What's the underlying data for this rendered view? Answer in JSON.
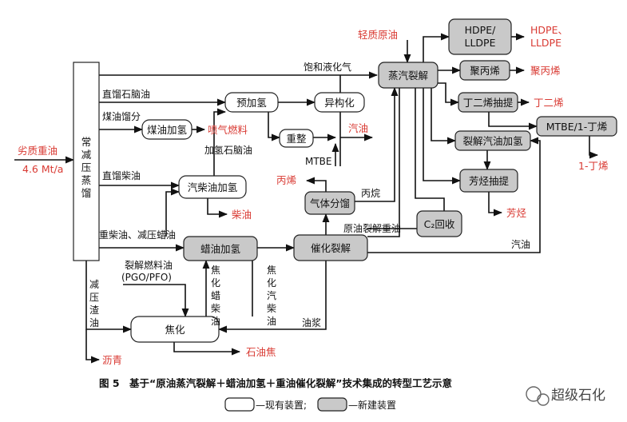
{
  "units": {
    "cdu": "常减压蒸馏",
    "steam_cracking": "蒸汽裂解",
    "hdpe_lldpe": [
      "HDPE/",
      "LLDPE"
    ],
    "pp": "聚丙烯",
    "butadiene": "丁二烯抽提",
    "mtbe": "MTBE/1-丁烯",
    "pygas_hydro": "裂解汽油加氢",
    "aromatics": "芳烃抽提",
    "prehydro": "预加氢",
    "isomer": "异构化",
    "reforming": "重整",
    "kero_hydro": "煤油加氢",
    "diesel_hydro": "汽柴油加氢",
    "gas_frac": "气体分馏",
    "c2_recovery": "C₂回收",
    "wax_hydro": "蜡油加氢",
    "fcc": "催化裂解",
    "coking": "焦化"
  },
  "streams": {
    "light_crude": "轻质原油",
    "heavy_crude": "劣质重油",
    "heavy_crude_rate": "4.6 Mt/a",
    "sat_lpg": "饱和液化气",
    "sr_naphtha": "直馏石脑油",
    "kero_cut": "煤油馏分",
    "sr_diesel": "直馏柴油",
    "hvgo": "重柴油、减压蜡油",
    "pgo_pfo_1": "裂解燃料油",
    "pgo_pfo_2": "(PGO/PFO)",
    "vac_resid": "减压渣油",
    "hydro_naphtha": "加氢石脑油",
    "mtbe_feed": "MTBE",
    "propane": "丙烷",
    "fcc_to_sc": "原油裂解重油",
    "fcc_gasoline": "汽油",
    "slurry": "油浆",
    "coker_wax": "焦化蜡柴油",
    "coker_diesel": "焦化汽柴油"
  },
  "products": {
    "hdpe_lldpe": [
      "HDPE、",
      "LLDPE"
    ],
    "pp": "聚丙烯",
    "butadiene": "丁二烯",
    "butene1": "1-丁烯",
    "aromatics": "芳烃",
    "jet": "喷气燃料",
    "gasoline": "汽油",
    "propylene": "丙烯",
    "diesel": "柴油",
    "asphalt": "沥青",
    "coke": "石油焦"
  },
  "caption": "图 5　基于“原油蒸汽裂解＋蜡油加氢＋重油催化裂解”技术集成的转型工艺示意",
  "legend": {
    "existing": "—现有装置;",
    "new": "—新建装置"
  },
  "watermark": "超级石化",
  "colors": {
    "product": "#d93a33",
    "new_unit": "#c9c9c9",
    "line": "#111111"
  }
}
